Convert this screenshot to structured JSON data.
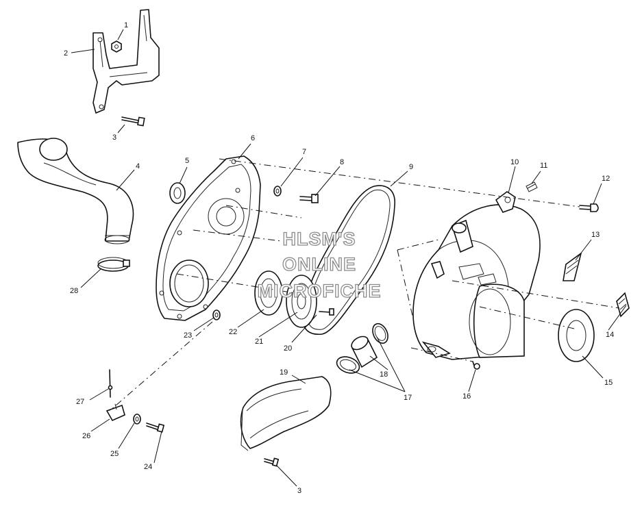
{
  "watermark": {
    "line1": "HLSM'S",
    "line2": "ONLINE",
    "line3": "MICROFICHE"
  },
  "callouts": {
    "c1": "1",
    "c2": "2",
    "c3a": "3",
    "c3b": "3",
    "c4": "4",
    "c5": "5",
    "c6": "6",
    "c7": "7",
    "c8": "8",
    "c9": "9",
    "c10": "10",
    "c11": "11",
    "c12": "12",
    "c13": "13",
    "c14": "14",
    "c15": "15",
    "c16": "16",
    "c17": "17",
    "c18": "18",
    "c19": "19",
    "c20": "20",
    "c21": "21",
    "c22": "22",
    "c23": "23",
    "c24": "24",
    "c25": "25",
    "c26": "26",
    "c27": "27",
    "c28": "28"
  }
}
